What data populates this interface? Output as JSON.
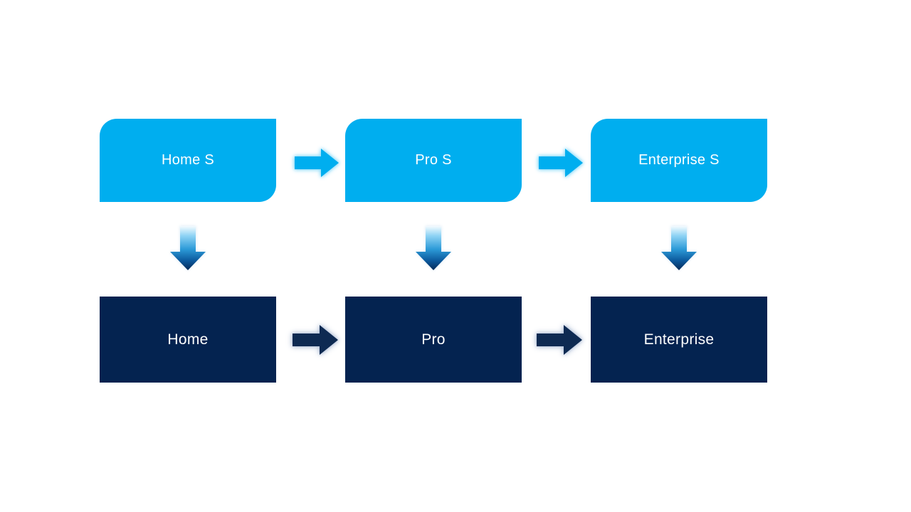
{
  "diagram": {
    "type": "flow-upgrade-diagram",
    "columns": [
      {
        "top_label": "Home S",
        "bottom_label": "Home"
      },
      {
        "top_label": "Pro S",
        "bottom_label": "Pro"
      },
      {
        "top_label": "Enterprise S",
        "bottom_label": "Enterprise"
      }
    ],
    "edges": {
      "top_row_flow": [
        "Home S -> Pro S",
        "Pro S -> Enterprise S"
      ],
      "bottom_row_flow": [
        "Home -> Pro",
        "Pro -> Enterprise"
      ],
      "vertical_flow": [
        "Home S -> Home",
        "Pro S -> Pro",
        "Enterprise S -> Enterprise"
      ]
    },
    "colors": {
      "background": "#FFFFFF",
      "top_box": "#00AEEF",
      "bottom_box": "#042350",
      "text": "#FFFFFF",
      "arrow_light": "#00AEEF",
      "arrow_light_glow": "#8FDCF9",
      "arrow_dark": "#0E2A52",
      "arrow_dark_glow": "#B4C2D9",
      "down_arrow_gradient_top": "#F4FBFE",
      "down_arrow_gradient_light": "#8ED3F4",
      "down_arrow_gradient_mid": "#2D9BD8",
      "down_arrow_gradient_dark": "#0C5A9E",
      "down_arrow_gradient_bottom": "#052A57"
    }
  }
}
